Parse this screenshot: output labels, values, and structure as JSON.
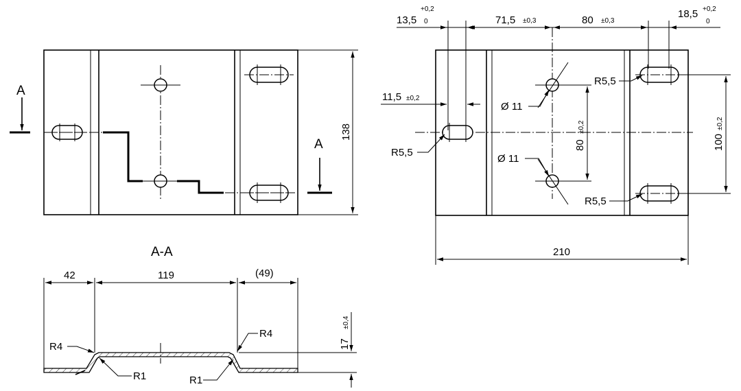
{
  "section": {
    "cut_label_left": "A",
    "cut_label_right": "A",
    "section_title": "A-A"
  },
  "left_view": {
    "height_dim": "138"
  },
  "right_view": {
    "top_dims": {
      "d1": "13,5",
      "d1_tol_upper": "+0,2",
      "d1_tol_lower": "0",
      "d2": "71,5",
      "d2_tol": "±0,3",
      "d3": "80",
      "d3_tol": "±0,3",
      "d4": "18,5",
      "d4_tol_upper": "+0,2",
      "d4_tol_lower": "0"
    },
    "slot_offset_dim": "11,5",
    "slot_offset_tol": "±0,2",
    "hole_dia_top": "Ø 11",
    "hole_dia_bottom": "Ø 11",
    "radius_top_right": "R5,5",
    "radius_left": "R5,5",
    "radius_bottom_right": "R5,5",
    "hole_spacing_dim": "80",
    "hole_spacing_tol": "±0,2",
    "slot_spacing_dim": "100",
    "slot_spacing_tol": "±0,2",
    "width_dim": "210"
  },
  "section_view": {
    "dim_left": "42",
    "dim_middle": "119",
    "dim_right": "(49)",
    "height_dim": "17",
    "height_tol": "±0,4",
    "radius_r4_left": "R4",
    "radius_r4_right": "R4",
    "radius_r1_left": "R1",
    "radius_r1_right": "R1"
  }
}
